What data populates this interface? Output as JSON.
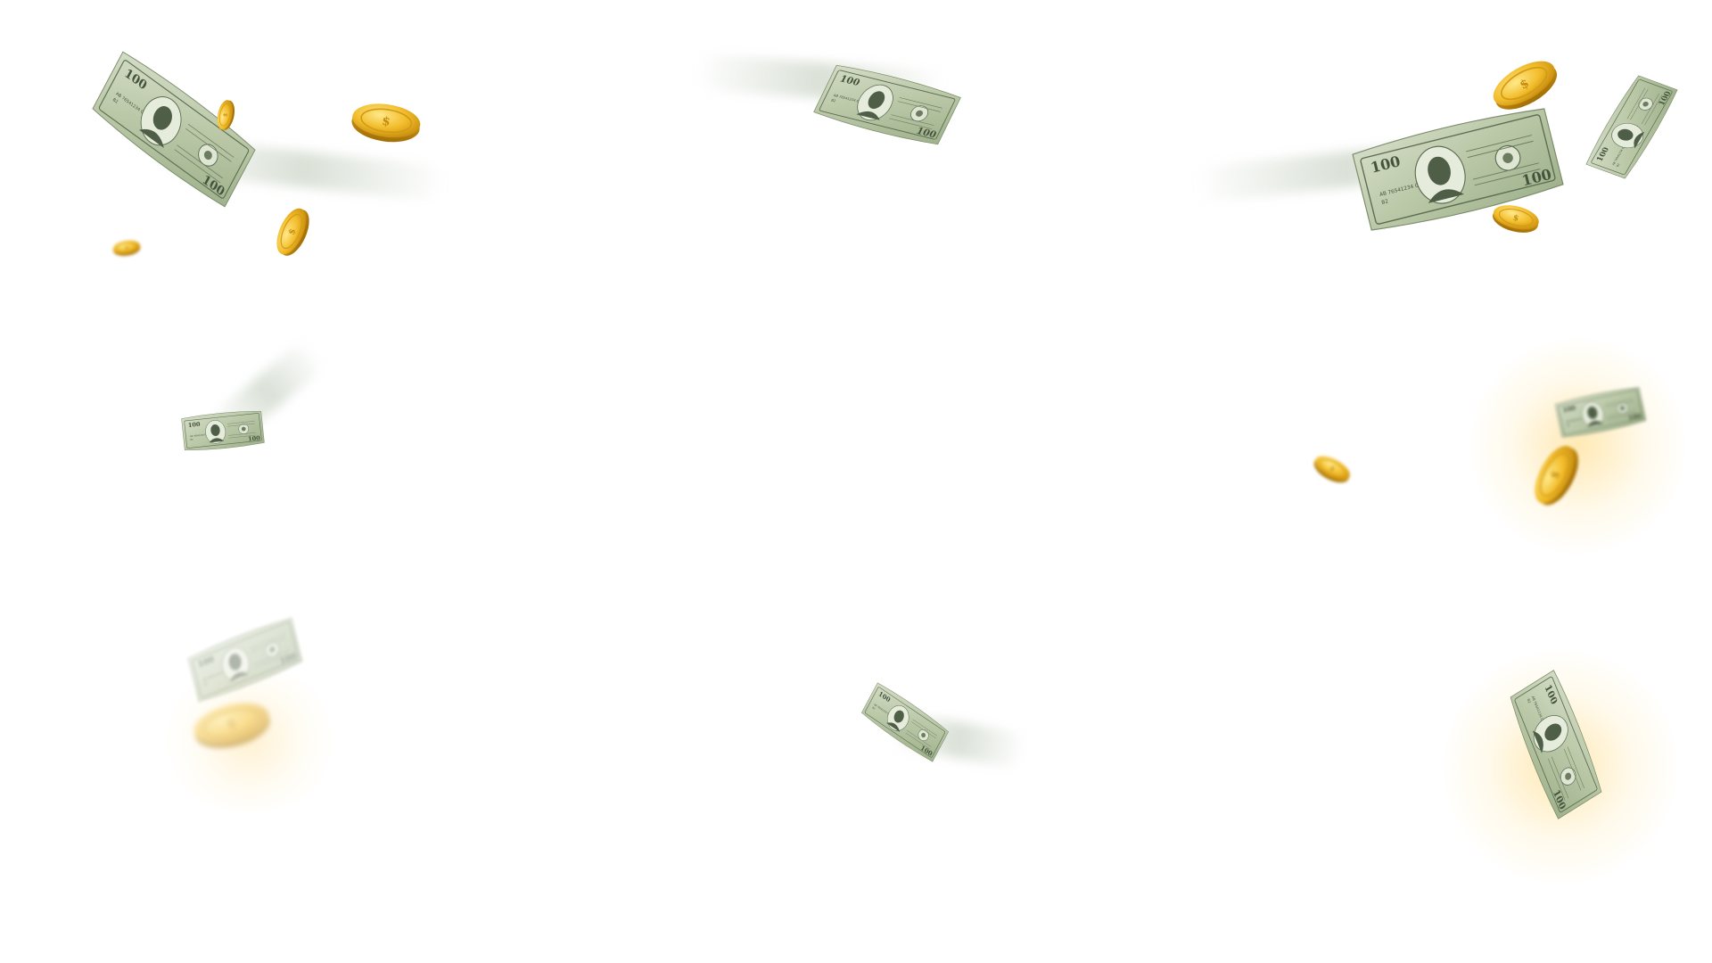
{
  "scene": {
    "description_colors": {
      "background": "#ffffff",
      "bill_green": "#b9c7a6",
      "bill_dark": "#4f5e47",
      "coin_gold": "#e0a81a",
      "coin_light": "#ffd85a"
    },
    "icons": [
      "hundred-dollar-bill-icon",
      "gold-coin-icon"
    ]
  },
  "bill": {
    "denomination": "100",
    "serial": "AB 76541234 C",
    "series": "B2"
  }
}
